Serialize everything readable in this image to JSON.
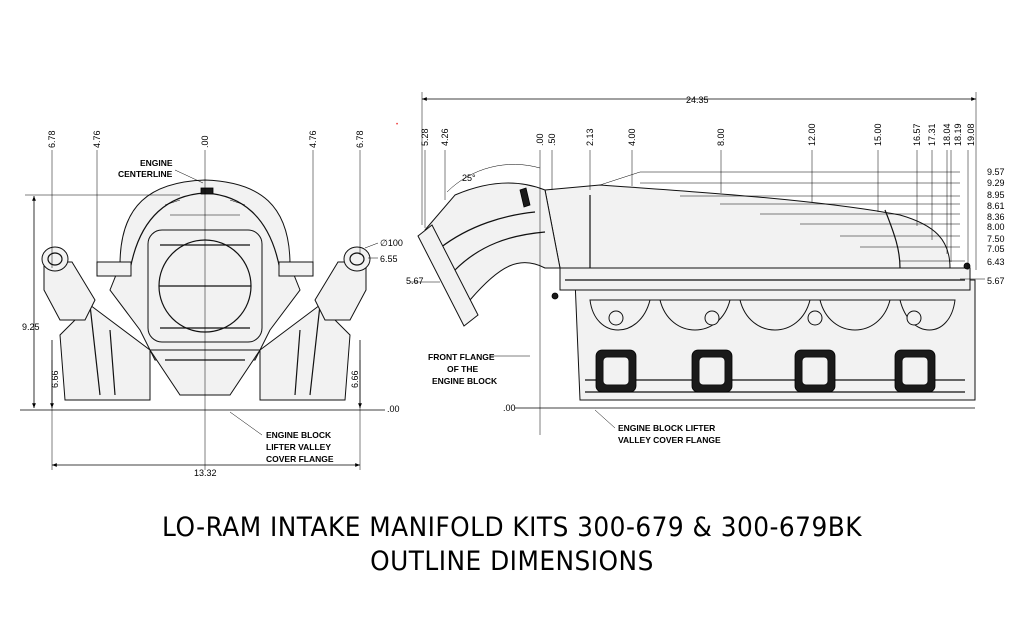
{
  "title": {
    "line1": "LO-RAM INTAKE MANIFOLD KITS 300-679 & 300-679BK",
    "line2": "OUTLINE DIMENSIONS"
  },
  "front_view": {
    "top_dims": [
      "6.78",
      "4.76",
      ".00",
      "4.76",
      "6.78"
    ],
    "engine_centerline": [
      "ENGINE",
      "CENTERLINE"
    ],
    "dia": "∅100",
    "port_height": "6.55",
    "height": "9.25",
    "left_side": "6.66",
    "right_side": "6.66",
    "zero": ".00",
    "width": "13.32",
    "flange_note": [
      "ENGINE BLOCK",
      "LIFTER VALLEY",
      "COVER FLANGE"
    ]
  },
  "side_view": {
    "length": "24.35",
    "top_dims": [
      "5.28",
      "4.26",
      ".00",
      ".50",
      "2.13",
      "4.00",
      "8.00",
      "12.00",
      "15.00",
      "16.57",
      "17.31",
      "18.04",
      "18.19",
      "19.08"
    ],
    "right_dims": [
      "9.57",
      "9.29",
      "8.95",
      "8.61",
      "8.36",
      "8.00",
      "7.50",
      "7.05",
      "6.43",
      "5.67"
    ],
    "left_dim": "5.67",
    "angle": "25°",
    "zero": ".00",
    "front_flange_note": [
      "FRONT FLANGE",
      "OF THE",
      "ENGINE BLOCK"
    ],
    "flange_note": [
      "ENGINE BLOCK LIFTER",
      "VALLEY COVER FLANGE"
    ]
  }
}
